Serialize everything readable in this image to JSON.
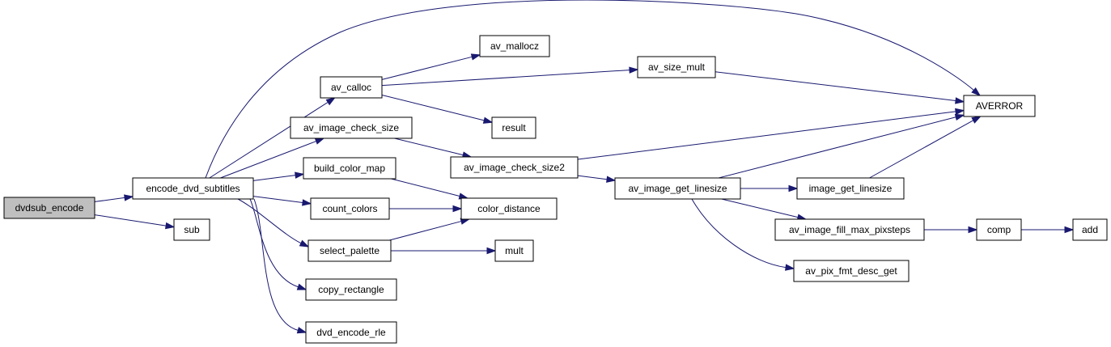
{
  "colors": {
    "node_fill": "#ffffff",
    "root_fill": "#bfbfbf",
    "edge": "#191970",
    "border": "#000000"
  },
  "nodes": [
    {
      "id": "dvdsub_encode",
      "label": "dvdsub_encode",
      "root": true
    },
    {
      "id": "encode_dvd_subtitles",
      "label": "encode_dvd_subtitles"
    },
    {
      "id": "sub",
      "label": "sub"
    },
    {
      "id": "av_calloc",
      "label": "av_calloc"
    },
    {
      "id": "av_image_check_size",
      "label": "av_image_check_size"
    },
    {
      "id": "build_color_map",
      "label": "build_color_map"
    },
    {
      "id": "count_colors",
      "label": "count_colors"
    },
    {
      "id": "select_palette",
      "label": "select_palette"
    },
    {
      "id": "copy_rectangle",
      "label": "copy_rectangle"
    },
    {
      "id": "dvd_encode_rle",
      "label": "dvd_encode_rle"
    },
    {
      "id": "av_mallocz",
      "label": "av_mallocz"
    },
    {
      "id": "result",
      "label": "result"
    },
    {
      "id": "av_size_mult",
      "label": "av_size_mult"
    },
    {
      "id": "av_image_check_size2",
      "label": "av_image_check_size2"
    },
    {
      "id": "color_distance",
      "label": "color_distance"
    },
    {
      "id": "mult",
      "label": "mult"
    },
    {
      "id": "av_image_get_linesize",
      "label": "av_image_get_linesize"
    },
    {
      "id": "AVERROR",
      "label": "AVERROR"
    },
    {
      "id": "image_get_linesize",
      "label": "image_get_linesize"
    },
    {
      "id": "av_image_fill_max_pixsteps",
      "label": "av_image_fill_max_pixsteps"
    },
    {
      "id": "av_pix_fmt_desc_get",
      "label": "av_pix_fmt_desc_get"
    },
    {
      "id": "comp",
      "label": "comp"
    },
    {
      "id": "add",
      "label": "add"
    }
  ],
  "edges": [
    {
      "from": "dvdsub_encode",
      "to": "encode_dvd_subtitles"
    },
    {
      "from": "dvdsub_encode",
      "to": "sub"
    },
    {
      "from": "encode_dvd_subtitles",
      "to": "AVERROR"
    },
    {
      "from": "encode_dvd_subtitles",
      "to": "av_calloc"
    },
    {
      "from": "encode_dvd_subtitles",
      "to": "av_image_check_size"
    },
    {
      "from": "encode_dvd_subtitles",
      "to": "build_color_map"
    },
    {
      "from": "encode_dvd_subtitles",
      "to": "count_colors"
    },
    {
      "from": "encode_dvd_subtitles",
      "to": "select_palette"
    },
    {
      "from": "encode_dvd_subtitles",
      "to": "copy_rectangle"
    },
    {
      "from": "encode_dvd_subtitles",
      "to": "dvd_encode_rle"
    },
    {
      "from": "av_calloc",
      "to": "av_mallocz"
    },
    {
      "from": "av_calloc",
      "to": "av_size_mult"
    },
    {
      "from": "av_calloc",
      "to": "result"
    },
    {
      "from": "av_size_mult",
      "to": "AVERROR"
    },
    {
      "from": "av_image_check_size",
      "to": "av_image_check_size2"
    },
    {
      "from": "av_image_check_size2",
      "to": "AVERROR"
    },
    {
      "from": "av_image_check_size2",
      "to": "av_image_get_linesize"
    },
    {
      "from": "build_color_map",
      "to": "color_distance"
    },
    {
      "from": "count_colors",
      "to": "color_distance"
    },
    {
      "from": "select_palette",
      "to": "color_distance"
    },
    {
      "from": "select_palette",
      "to": "mult"
    },
    {
      "from": "av_image_get_linesize",
      "to": "AVERROR"
    },
    {
      "from": "av_image_get_linesize",
      "to": "image_get_linesize"
    },
    {
      "from": "av_image_get_linesize",
      "to": "av_image_fill_max_pixsteps"
    },
    {
      "from": "av_image_get_linesize",
      "to": "av_pix_fmt_desc_get"
    },
    {
      "from": "image_get_linesize",
      "to": "AVERROR"
    },
    {
      "from": "av_image_fill_max_pixsteps",
      "to": "comp"
    },
    {
      "from": "comp",
      "to": "add"
    }
  ]
}
